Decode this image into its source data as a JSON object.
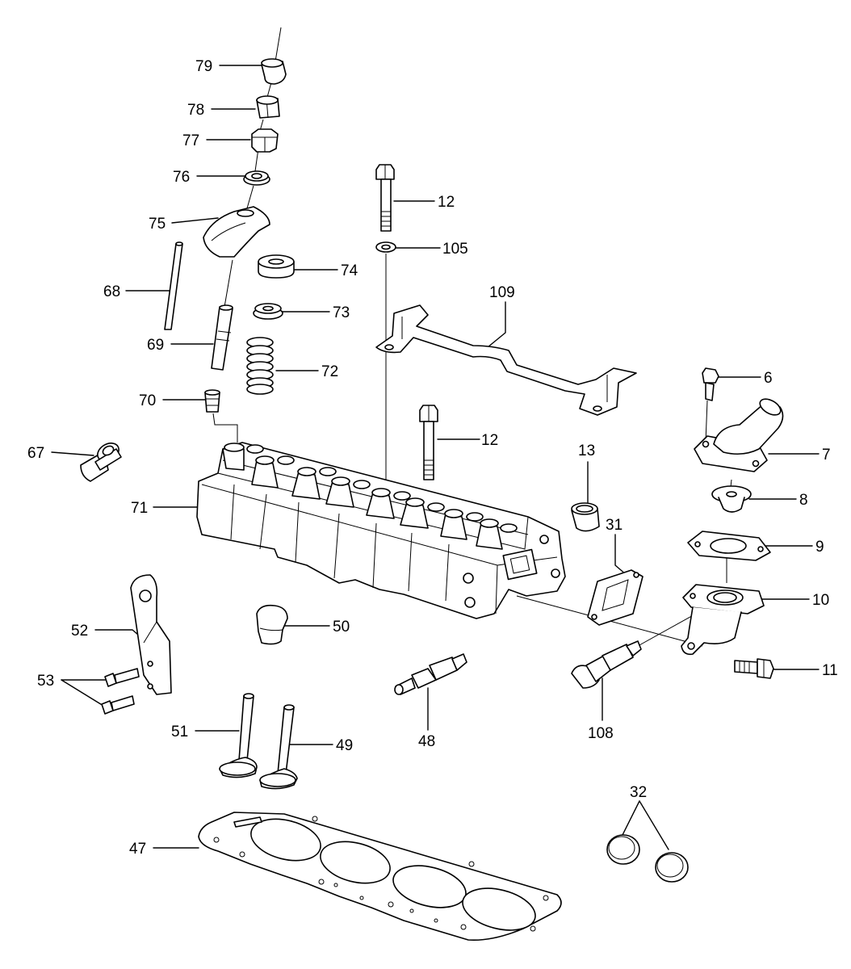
{
  "labels": {
    "p79": "79",
    "p78": "78",
    "p77": "77",
    "p76": "76",
    "p75": "75",
    "p74": "74",
    "p73": "73",
    "p72": "72",
    "p68": "68",
    "p69": "69",
    "p70": "70",
    "p67": "67",
    "p71": "71",
    "p12a": "12",
    "p105": "105",
    "p109": "109",
    "p12b": "12",
    "p6": "6",
    "p7": "7",
    "p8": "8",
    "p9": "9",
    "p10": "10",
    "p11": "11",
    "p13": "13",
    "p31": "31",
    "p52": "52",
    "p53": "53",
    "p50": "50",
    "p48": "48",
    "p108": "108",
    "p51": "51",
    "p49": "49",
    "p32": "32",
    "p47": "47"
  }
}
